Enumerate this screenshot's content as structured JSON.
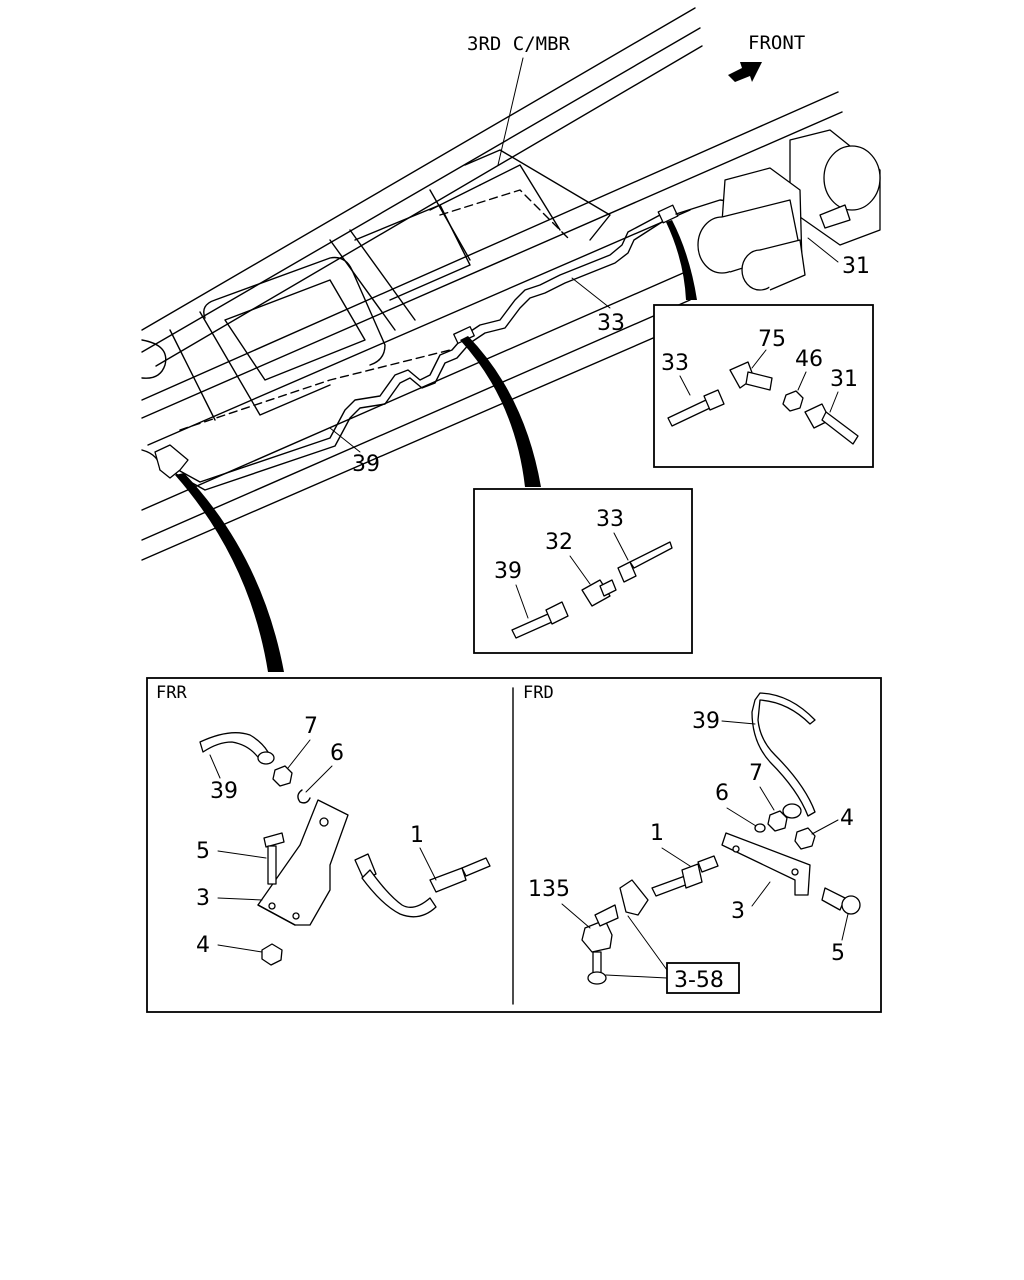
{
  "main": {
    "member_label": "3RD C/MBR",
    "front_label": "FRONT",
    "callouts": {
      "c31": "31",
      "c33": "33",
      "c39": "39"
    }
  },
  "detail_top_right": {
    "l33": "33",
    "l75": "75",
    "l46": "46",
    "l31": "31"
  },
  "detail_middle": {
    "l39": "39",
    "l32": "32",
    "l33": "33"
  },
  "frr": {
    "title": "FRR",
    "l7": "7",
    "l6": "6",
    "l39": "39",
    "l5": "5",
    "l3": "3",
    "l4": "4",
    "l1": "1"
  },
  "frd": {
    "title": "FRD",
    "l39": "39",
    "l7": "7",
    "l6": "6",
    "l4": "4",
    "l1": "1",
    "l135": "135",
    "l3": "3",
    "l5": "5",
    "ref": "3-58"
  }
}
